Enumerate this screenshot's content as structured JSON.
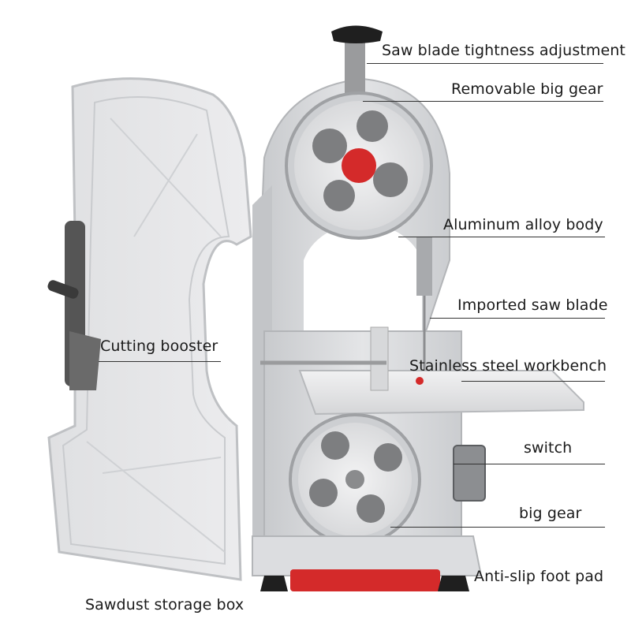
{
  "image": {
    "subject": "bone saw / meat band saw machine with open door",
    "colors": {
      "body": "#d9dadc",
      "body_shadow": "#b9bbbe",
      "door": "#e6e7e9",
      "red_accent": "#d42a2a",
      "dark": "#2b2b2b",
      "steel": "#e9e9ea"
    }
  },
  "labels": {
    "tightness": "Saw blade tightness adjustment",
    "removable_gear": "Removable big gear",
    "aluminum_body": "Aluminum alloy body",
    "saw_blade": "Imported saw blade",
    "cutting_booster": "Cutting booster",
    "workbench": "Stainless steel workbench",
    "switch": "switch",
    "big_gear": "big gear",
    "foot_pad": "Anti-slip foot pad",
    "sawdust_box": "Sawdust storage box"
  }
}
